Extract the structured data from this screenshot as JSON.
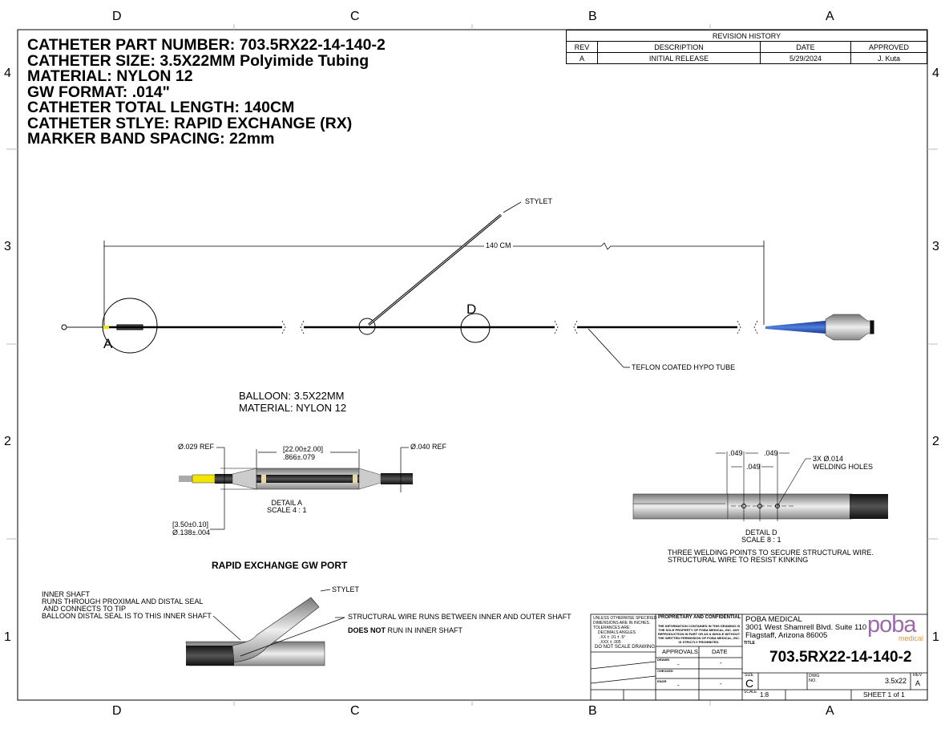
{
  "zones": {
    "cols": [
      "D",
      "C",
      "B",
      "A"
    ],
    "rows": [
      "4",
      "3",
      "2",
      "1"
    ]
  },
  "header_lines": [
    "CATHETER PART NUMBER: 703.5RX22-14-140-2",
    "CATHETER SIZE: 3.5X22MM Polyimide Tubing",
    "MATERIAL: NYLON 12",
    "GW FORMAT: .014\"",
    "CATHETER TOTAL LENGTH: 140CM",
    "CATHETER STLYE: RAPID EXCHANGE (RX)",
    "MARKER BAND SPACING: 22mm"
  ],
  "revision_history": {
    "title": "REVISION HISTORY",
    "columns": [
      "REV",
      "DESCRIPTION",
      "DATE",
      "APPROVED"
    ],
    "rows": [
      [
        "A",
        "INITIAL RELEASE",
        "5/29/2024",
        "J. Kuta"
      ]
    ]
  },
  "main_view": {
    "stylet": "STYLET",
    "length": "140 CM",
    "detail_a": "A",
    "detail_d": "D",
    "hypo": "TEFLON COATED HYPO TUBE"
  },
  "balloon": {
    "line1": "BALLOON: 3.5X22MM",
    "line2": "MATERIAL: NYLON 12"
  },
  "detail_a": {
    "d1": "Ø.029 REF",
    "d2": "Ø.040 REF",
    "len1": "[22.00±2.00]",
    "len2": ".866±.079",
    "dia1": "[3.50±0.10]",
    "dia2": "Ø.138±.004",
    "title": "DETAIL A",
    "scale": "SCALE 4 : 1"
  },
  "detail_d": {
    "dim1": ".049",
    "dim2": ".049",
    "dim3": ".049",
    "holes1": "3X Ø.014",
    "holes2": "WELDING HOLES",
    "title": "DETAIL D",
    "scale": "SCALE 8 : 1",
    "note1": "THREE WELDING POINTS TO SECURE STRUCTURAL WIRE.",
    "note2": "STRUCTURAL WIRE TO RESIST KINKING"
  },
  "gw_port": {
    "title": "RAPID EXCHANGE GW PORT",
    "inner1": "INNER SHAFT",
    "inner2": "RUNS THROUGH PROXIMAL AND DISTAL SEAL",
    "inner3": " AND CONNECTS TO TIP",
    "inner4": "BALLOON DISTAL SEAL IS TO THIS INNER SHAFT",
    "stylet": "STYLET",
    "wire": "STRUCTURAL WIRE RUNS BETWEEN INNER AND OUTER SHAFT",
    "not_bold": "DOES NOT",
    "not_rest": " RUN IN INNER SHAFT"
  },
  "title_block": {
    "tol1": "UNLESS OTHERWISE SPECIFIED",
    "tol2": "DIMENSIONS ARE IN INCHES.",
    "tol3": "TOLERANCES ARE:",
    "tol4": "DECIMALS  ANGLES",
    "tol5": ".XX ± .01   ± .5°",
    "tol6": ".XXX ± .005",
    "noscale": "DO NOT SCALE DRAWING",
    "prop_title": "PROPRIETARY AND CONFIDENTIAL",
    "prop_text": "THE INFORMATION CONTAINED IN THIS DRAWING IS THE SOLE PROPERTY OF POBA MEDICAL, INC. ANY REPRODUCTION IN PART OR AS A WHOLE WITHOUT THE WRITTEN PERMISSION OF POBA MEDICAL, INC. IS STRICTLY PROHIBITED.",
    "approvals": "APPROVALS",
    "date": "DATE",
    "drawn": "DRAWN",
    "checked": "CHECKED",
    "engr": "ENGR",
    "dash": "-",
    "company": "POBA MEDICAL",
    "addr1": "3001 West Shamrell Blvd. Suite 110",
    "addr2": "Flagstaff, Arizona 86005",
    "logo": "poba",
    "logo_sub": "medical",
    "title_label": "TITLE",
    "title": "703.5RX22-14-140-2",
    "size_label": "SIZE",
    "size": "C",
    "dwg_label1": "DWG",
    "dwg_label2": "NO.",
    "dwg": "3.5x22",
    "rev_label": "REV",
    "rev": "A",
    "scale_label": "SCALE",
    "scale": "1:8",
    "sheet": "SHEET 1 of 1"
  },
  "colors": {
    "logo": "#9b6aa8",
    "logo_dot": "#f0962a",
    "blue": "#2f5fc4",
    "yellow": "#f2e600"
  }
}
